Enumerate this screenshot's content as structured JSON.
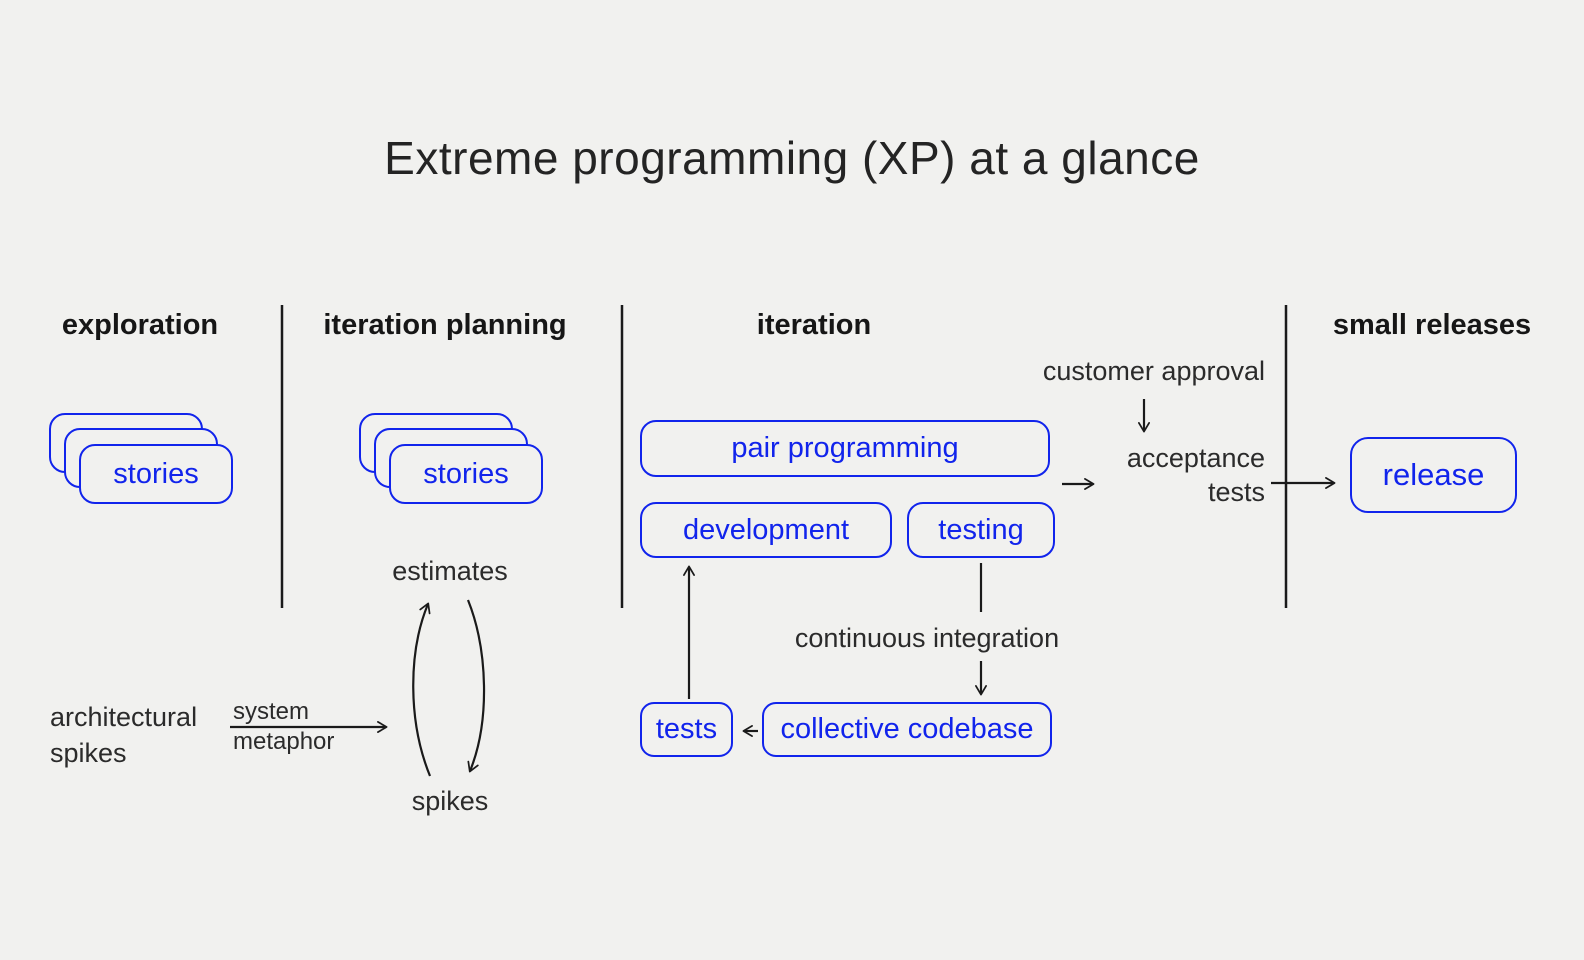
{
  "title": "Extreme programming (XP) at a glance",
  "columns": [
    {
      "id": "exploration",
      "label": "exploration"
    },
    {
      "id": "iteration-planning",
      "label": "iteration planning"
    },
    {
      "id": "iteration",
      "label": "iteration"
    },
    {
      "id": "small-releases",
      "label": "small releases"
    }
  ],
  "boxes": {
    "stories_exploration": "stories",
    "stories_iteration_planning": "stories",
    "pair_programming": "pair programming",
    "development": "development",
    "testing": "testing",
    "tests": "tests",
    "collective_codebase": "collective codebase",
    "release": "release"
  },
  "labels": {
    "customer_approval": "customer approval",
    "acceptance_tests": "acceptance tests",
    "continuous_integration": "continuous integration",
    "estimates": "estimates",
    "spikes": "spikes",
    "architectural_spikes": "architectural spikes",
    "system_metaphor": "system metaphor"
  },
  "colors": {
    "background": "#f1f1ef",
    "accent_blue": "#1124ec",
    "ink": "#1a1a1a",
    "text": "#2b2b2b"
  }
}
